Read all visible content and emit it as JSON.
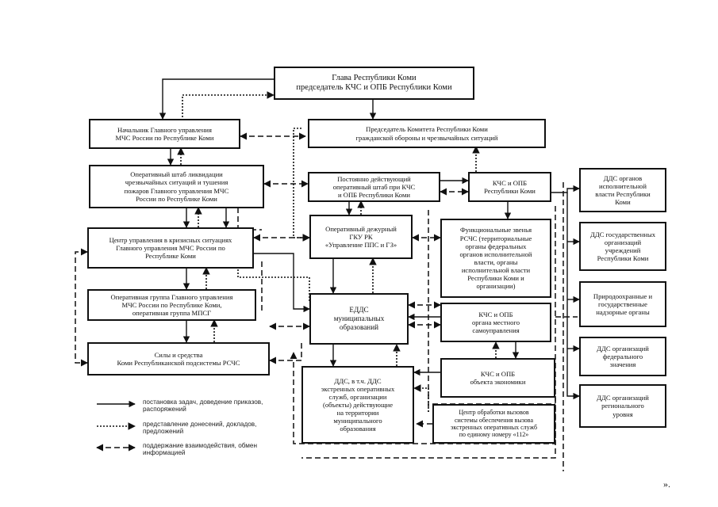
{
  "boxes": {
    "head": "Глава Республики Коми\nпредседатель КЧС и ОПБ Республики Коми",
    "mchs_head": "Начальник Главного управления\nМЧС России по Республике Коми",
    "kgo_chair": "Председатель Комитета Республики Коми\nгражданской обороны и чрезвычайных ситуаций",
    "op_staff_mchs": "Оперативный штаб ликвидации\nчрезвычайных ситуаций и тушения\nпожаров Главного управления МЧС\nРоссии по Республике Коми",
    "permanent_staff": "Постоянно действующий\nоперативный штаб при КЧС\nи ОПБ Республики Коми",
    "kchs_rk": "КЧС и ОПБ\nРеспублики Коми",
    "crisis_center": "Центр управления в кризисных ситуациях\nГлавного управления МЧС России по\nРеспублике Коми",
    "duty_officer": "Оперативный дежурный\nГКУ РК\n«Управление ППС и ГЗ»",
    "functional_links": "Функциональные звенья\nРСЧС (территориальные\nорганы федеральных\nорганов исполнительной\nвласти, органы\nисполнительной власти\nРеспублики Коми и\nорганизации)",
    "op_group": "Оперативная группа Главного управления\nМЧС России по Республике Коми,\nоперативная группа МПСГ",
    "edds": "ЕДДС\nмуниципальных\nобразований",
    "kchs_local": "КЧС и ОПБ\nоргана местного\nсамоуправления",
    "forces": "Силы и средства\nКоми Республиканской подсистемы РСЧС",
    "dds_municipal": "ДДС, в т.ч. ДДС\nэкстренных оперативных\nслужб, организации\n(объекты) действующие\nна территории\nмуниципального\nобразования",
    "kchs_object": "КЧС и ОПБ\nобъекта экономики",
    "center_112": "Центр обработки вызовов\nсистемы обеспечения вызова\nэкстренных оперативных служб\nпо единому номеру «112»",
    "dds_exec": "ДДС органов\nисполнительной\nвласти Республики\nКоми",
    "dds_federal_inst": "ДДС государственных\nорганизаций\nучреждений\nРеспублики Коми",
    "nature_bodies": "Природоохранные и\nгосударственные\nнадзорные органы",
    "dds_fed_orgs": "ДДС организаций\nфедерального\nзначения",
    "dds_reg_orgs": "ДДС организаций\nрегионального\nуровня"
  },
  "legend": {
    "solid": "постановка задач, доведение приказов,\nраспоряжений",
    "dotted": "представление донесений, докладов,\nпредложений",
    "dashed": "поддержание взаимодействия, обмен\nинформацией"
  },
  "end_mark": "»."
}
